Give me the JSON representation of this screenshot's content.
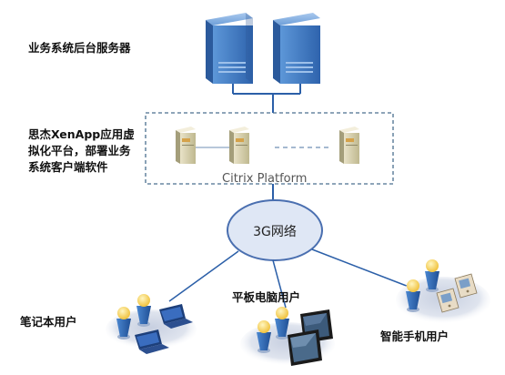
{
  "labels": {
    "servers": "业务系统后台服务器",
    "citrix": "思杰XenApp应用虚拟化平台，部署业务系统客户端软件",
    "platform": "Citrix Platform",
    "network": "3G网络",
    "laptop_users": "笔记本用户",
    "tablet_users": "平板电脑用户",
    "phone_users": "智能手机用户"
  },
  "colors": {
    "server_blue": "#3f78c2",
    "network_fill": "#dfe7f5",
    "network_stroke": "#4a6fb0",
    "platform_border": "#4a6f8f",
    "line": "#2b5fa8"
  }
}
